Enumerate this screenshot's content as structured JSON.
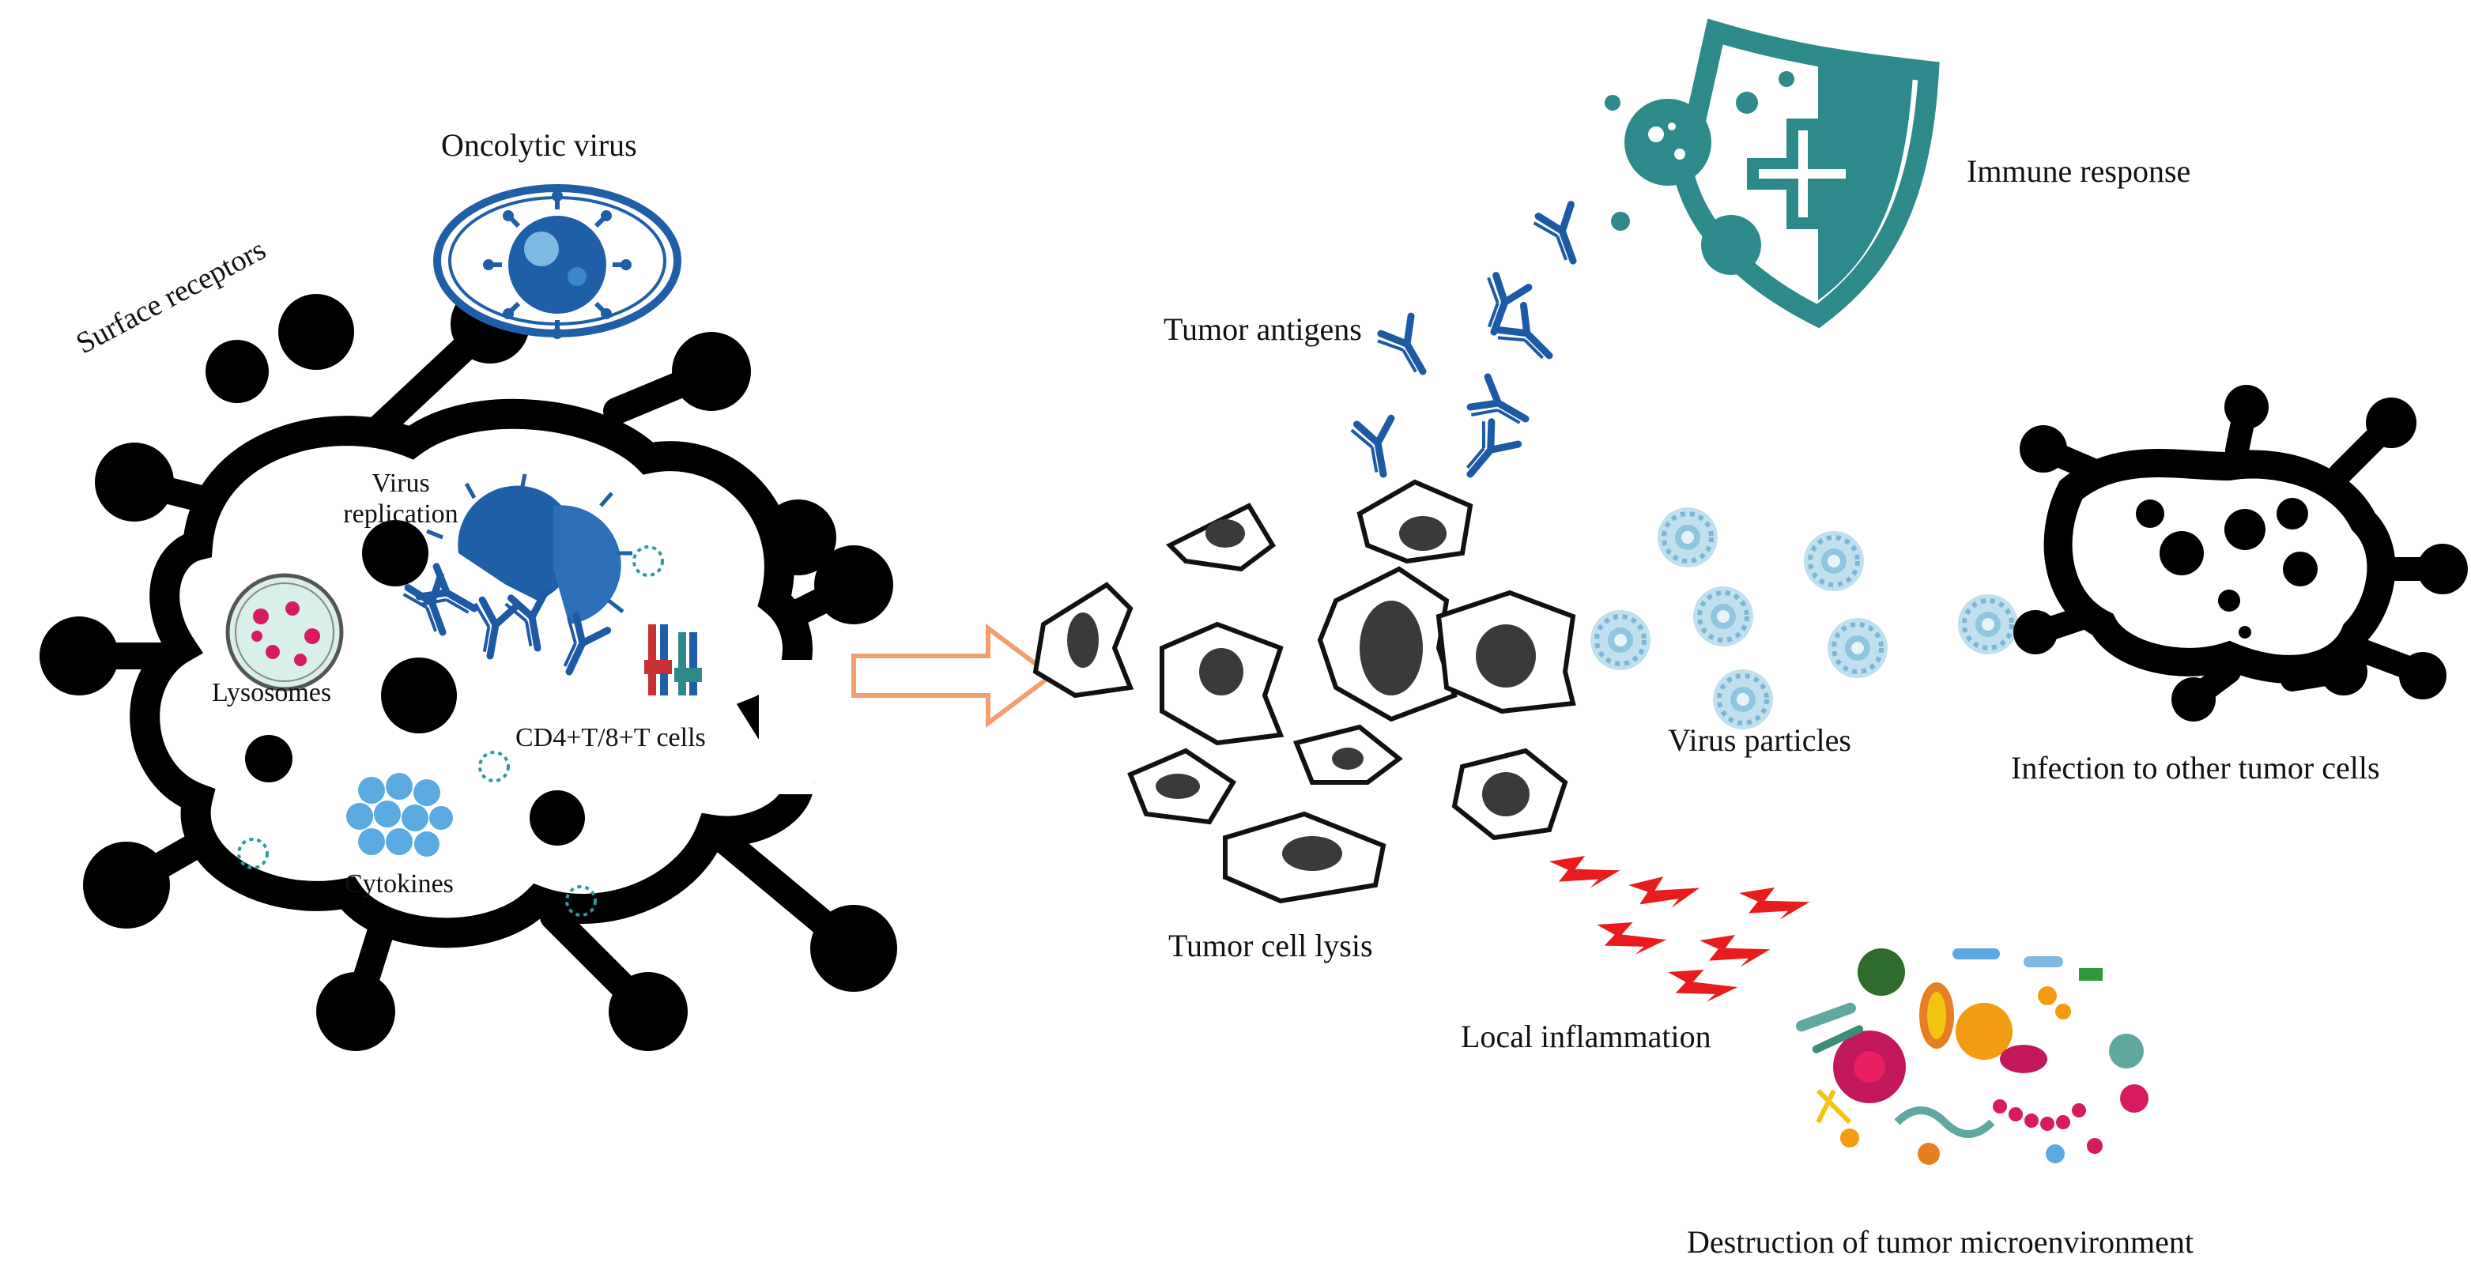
{
  "labels": {
    "oncolytic_virus": "Oncolytic virus",
    "surface_receptors": "Surface receptors",
    "virus_replication_line1": "Virus",
    "virus_replication_line2": "replication",
    "lysosomes": "Lysosomes",
    "cd4_cd8_t_cells": "CD4+T/8+T cells",
    "cytokines": "Cytokines",
    "tumor_antigens": "Tumor antigens",
    "immune_response": "Immune response",
    "tumor_cell_lysis": "Tumor cell lysis",
    "virus_particles": "Virus particles",
    "infection_to_other_tumor_cells": "Infection to other tumor cells",
    "local_inflammation": "Local inflammation",
    "destruction_of_tumor_microenvironment": "Destruction of tumor microenvironment"
  },
  "colors": {
    "cell_black": "#000000",
    "virus_blue": "#1f5fa8",
    "virus_light_blue": "#7fb8e0",
    "antibody_blue": "#1d5aa6",
    "shield_teal": "#2e8a8a",
    "arrow_outline": "#f0a070",
    "lightning_red": "#e81c1c",
    "particle_blue": "#8ec5df",
    "lysosome_pink": "#d81b60",
    "cytokine_blue": "#5aa9e0"
  }
}
